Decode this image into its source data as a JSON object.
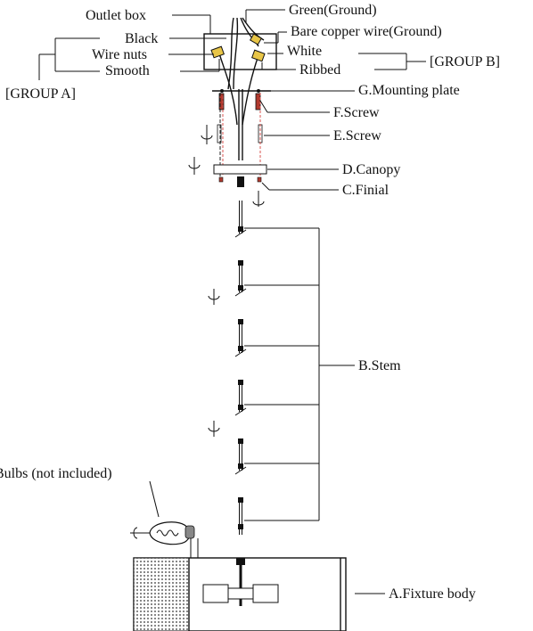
{
  "labels": {
    "outlet_box": "Outlet box",
    "green_ground": "Green(Ground)",
    "bare_copper": "Bare copper wire(Ground)",
    "black": "Black",
    "wire_nuts": "Wire nuts",
    "white": "White",
    "smooth": "Smooth",
    "ribbed": "Ribbed",
    "group_a": "[GROUP A]",
    "group_b": "[GROUP B]",
    "mounting_plate": "G.Mounting plate",
    "f_screw": "F.Screw",
    "e_screw": "E.Screw",
    "d_canopy": "D.Canopy",
    "c_finial": "C.Finial",
    "b_stem": "B.Stem",
    "bulbs": "Bulbs (not included)",
    "a_fixture": "A.Fixture body"
  },
  "colors": {
    "line": "#111111",
    "guide_red": "#d9534f",
    "wire_nut_yellow": "#e8c547",
    "screw_red": "#b03a2e"
  },
  "icons": [
    "rotate-arrow-icon",
    "bulb-icon"
  ]
}
